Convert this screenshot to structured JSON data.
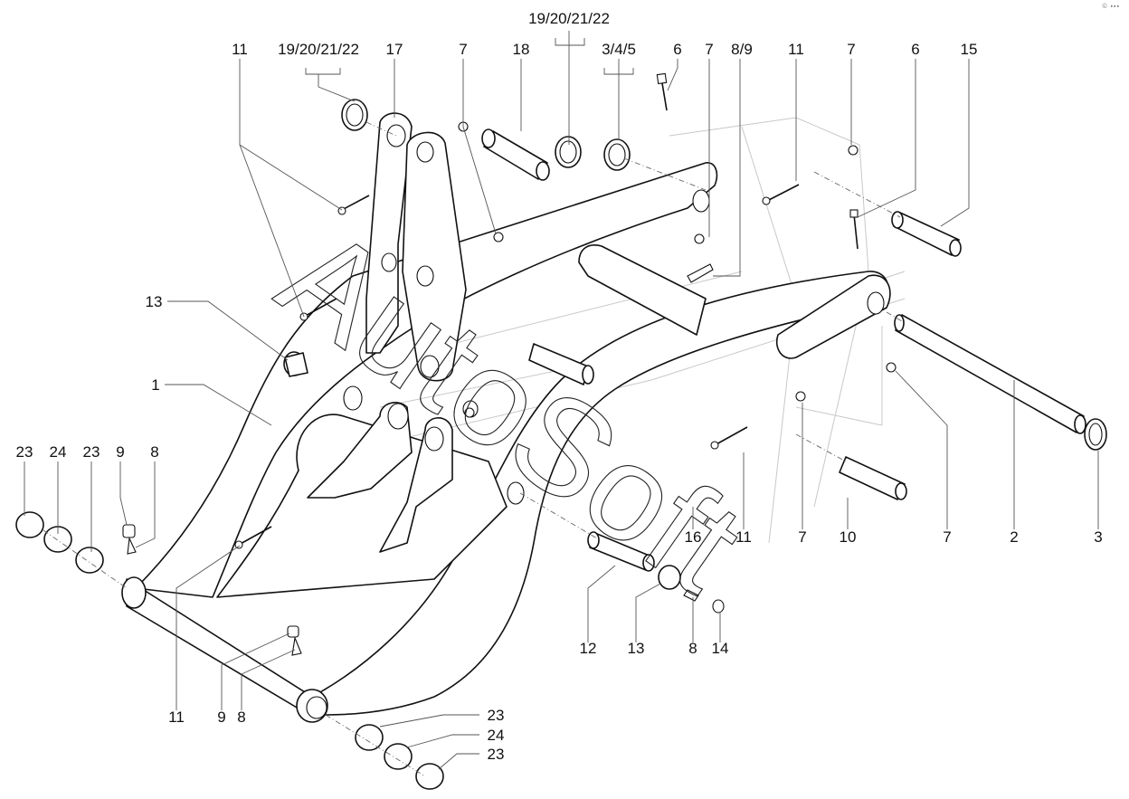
{
  "diagram": {
    "type": "exploded parts diagram",
    "subject": "loader boom arm assembly",
    "watermark": "AutoSoft",
    "corner_mark": "© ▪▪▪",
    "callouts": [
      {
        "id": "c1",
        "label": "11"
      },
      {
        "id": "c2",
        "label": "19/20/21/22"
      },
      {
        "id": "c3",
        "label": "17"
      },
      {
        "id": "c4",
        "label": "7"
      },
      {
        "id": "c5",
        "label": "18"
      },
      {
        "id": "c6",
        "label": "19/20/21/22"
      },
      {
        "id": "c7",
        "label": "3/4/5"
      },
      {
        "id": "c8",
        "label": "6"
      },
      {
        "id": "c9",
        "label": "7"
      },
      {
        "id": "c10",
        "label": "8/9"
      },
      {
        "id": "c11",
        "label": "11"
      },
      {
        "id": "c12",
        "label": "7"
      },
      {
        "id": "c13",
        "label": "6"
      },
      {
        "id": "c14",
        "label": "15"
      },
      {
        "id": "c15",
        "label": "13"
      },
      {
        "id": "c16",
        "label": "1"
      },
      {
        "id": "c17",
        "label": "23"
      },
      {
        "id": "c18",
        "label": "24"
      },
      {
        "id": "c19",
        "label": "23"
      },
      {
        "id": "c20",
        "label": "9"
      },
      {
        "id": "c21",
        "label": "8"
      },
      {
        "id": "c22",
        "label": "16"
      },
      {
        "id": "c23",
        "label": "11"
      },
      {
        "id": "c24",
        "label": "7"
      },
      {
        "id": "c25",
        "label": "10"
      },
      {
        "id": "c26",
        "label": "7"
      },
      {
        "id": "c27",
        "label": "2"
      },
      {
        "id": "c28",
        "label": "3"
      },
      {
        "id": "c29",
        "label": "12"
      },
      {
        "id": "c30",
        "label": "13"
      },
      {
        "id": "c31",
        "label": "8"
      },
      {
        "id": "c32",
        "label": "14"
      },
      {
        "id": "c33",
        "label": "11"
      },
      {
        "id": "c34",
        "label": "9"
      },
      {
        "id": "c35",
        "label": "8"
      },
      {
        "id": "c36",
        "label": "23"
      },
      {
        "id": "c37",
        "label": "24"
      },
      {
        "id": "c38",
        "label": "23"
      }
    ]
  }
}
